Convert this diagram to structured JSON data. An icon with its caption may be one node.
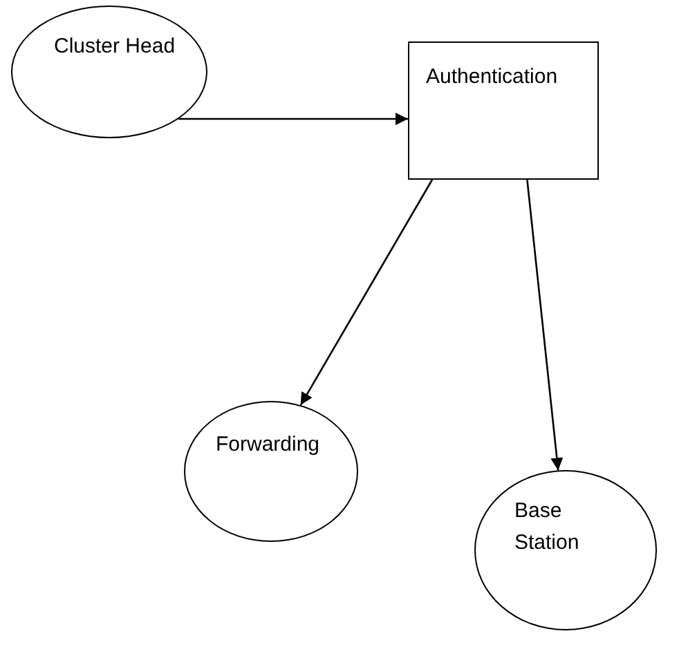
{
  "diagram": {
    "nodes": [
      {
        "text": [
          "Cluster Head"
        ]
      },
      {
        "text": [
          "Authentication"
        ]
      },
      {
        "text": [
          "Forwarding"
        ]
      },
      {
        "text": [
          "Base Station"
        ]
      }
    ],
    "edges": [
      {
        "from": 0,
        "to": 1,
        "arrow": "to"
      },
      {
        "from": 1,
        "to": 2,
        "arrow": "to"
      },
      {
        "from": 1,
        "to": 3,
        "arrow": "to"
      }
    ]
  }
}
